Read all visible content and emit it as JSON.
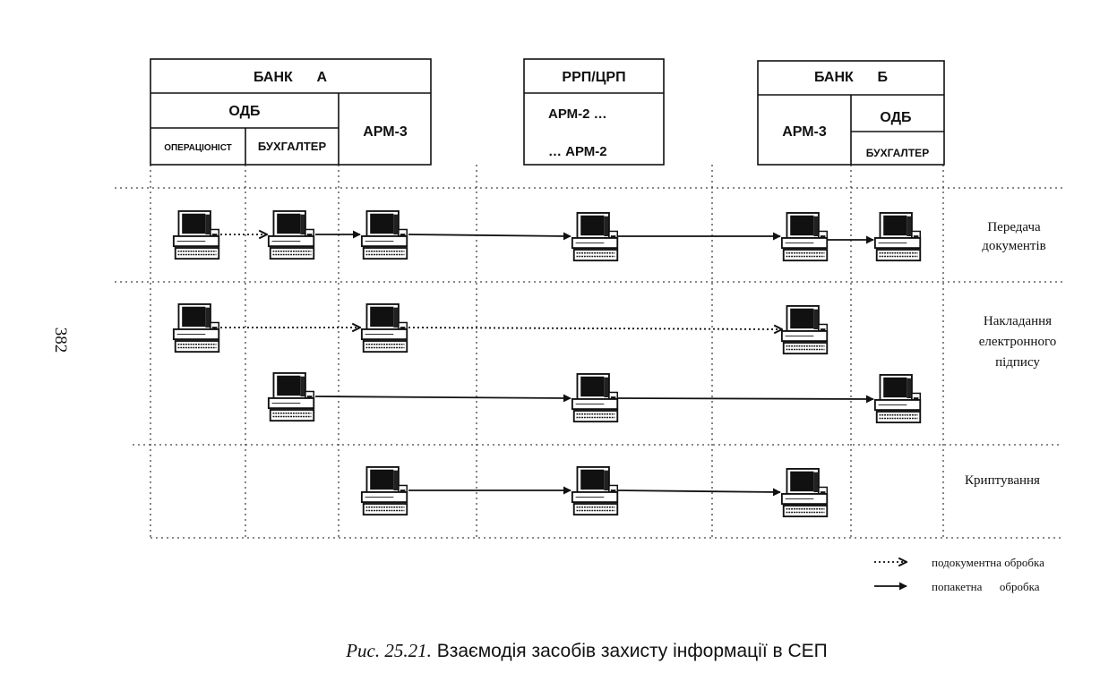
{
  "header": {
    "bank_a": {
      "title": "БАНК      А",
      "odb": "ОДБ",
      "operator": "ОПЕРАЦІОНІСТ",
      "accountant": "БУХГАЛТЕР",
      "arm3": "АРМ-3"
    },
    "rrp": {
      "title": "РРП/ЦРП",
      "arm2_top": "АРМ-2 …",
      "arm2_bottom": "… АРМ-2"
    },
    "bank_b": {
      "title": "БАНК      Б",
      "arm3": "АРМ-3",
      "odb": "ОДБ",
      "accountant": "БУХГАЛТЕР"
    }
  },
  "rows": [
    {
      "label_lines": [
        "Передача",
        "документів"
      ]
    },
    {
      "label_lines": [
        "Накладання",
        "електронного",
        "підпису"
      ]
    },
    {
      "label_lines": [
        "Криптування"
      ]
    }
  ],
  "side_page_number": "382",
  "legend": {
    "dotted_label": "подокументна обробка",
    "solid_label": "попакетна      обробка"
  },
  "caption": {
    "prefix": "Рис. 25.21.",
    "text": " Взаємодія засобів захисту інформації в СЕП"
  },
  "icon": "computer-terminal-icon"
}
